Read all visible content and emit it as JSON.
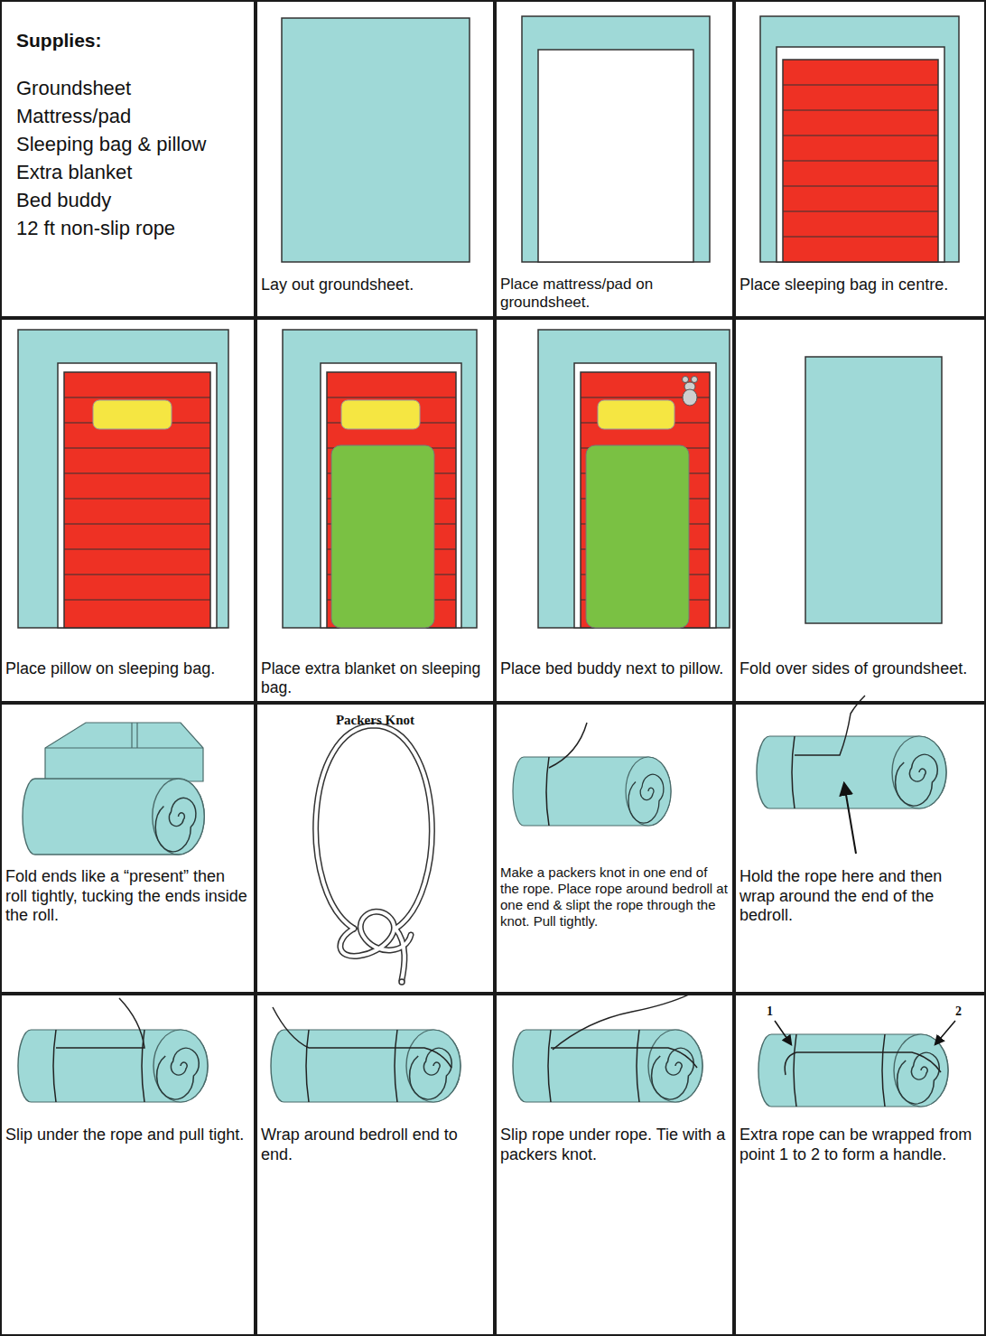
{
  "diagram": {
    "nodes": [
      {
        "text": [
          "Supplies:",
          "Groundsheet",
          "Mattress/pad",
          "Sleeping bag & pillow",
          "Extra blanket",
          "Bed buddy",
          "12 ft non-slip rope"
        ]
      },
      {
        "text": [
          "Lay out groundsheet."
        ]
      },
      {
        "text": [
          "Place mattress/pad on groundsheet."
        ]
      },
      {
        "text": [
          "Place sleeping bag in centre."
        ]
      },
      {
        "text": [
          "Place pillow on sleeping bag."
        ]
      },
      {
        "text": [
          "Place extra blanket on sleeping bag."
        ]
      },
      {
        "text": [
          "Place bed buddy next to pillow."
        ]
      },
      {
        "text": [
          "Fold over sides of groundsheet."
        ]
      },
      {
        "text": [
          "Fold ends like a “present” then roll tightly, tucking the ends inside the roll."
        ]
      },
      {
        "text": [
          "Packers Knot"
        ]
      },
      {
        "text": [
          "Make a packers knot in one end of the rope. Place rope around bedroll at one end & slipt the rope through the knot. Pull tightly."
        ]
      },
      {
        "text": [
          "Hold the rope here and then wrap around the end of the bedroll."
        ]
      },
      {
        "text": [
          "Slip under the rope and pull tight."
        ]
      },
      {
        "text": [
          "Wrap around bedroll end to end."
        ]
      },
      {
        "text": [
          "Slip rope under rope. Tie with a packers knot."
        ]
      },
      {
        "text": [
          "Extra rope can be wrapped from point 1 to 2 to form a handle."
        ]
      }
    ],
    "labels": [
      "1",
      "2"
    ]
  }
}
